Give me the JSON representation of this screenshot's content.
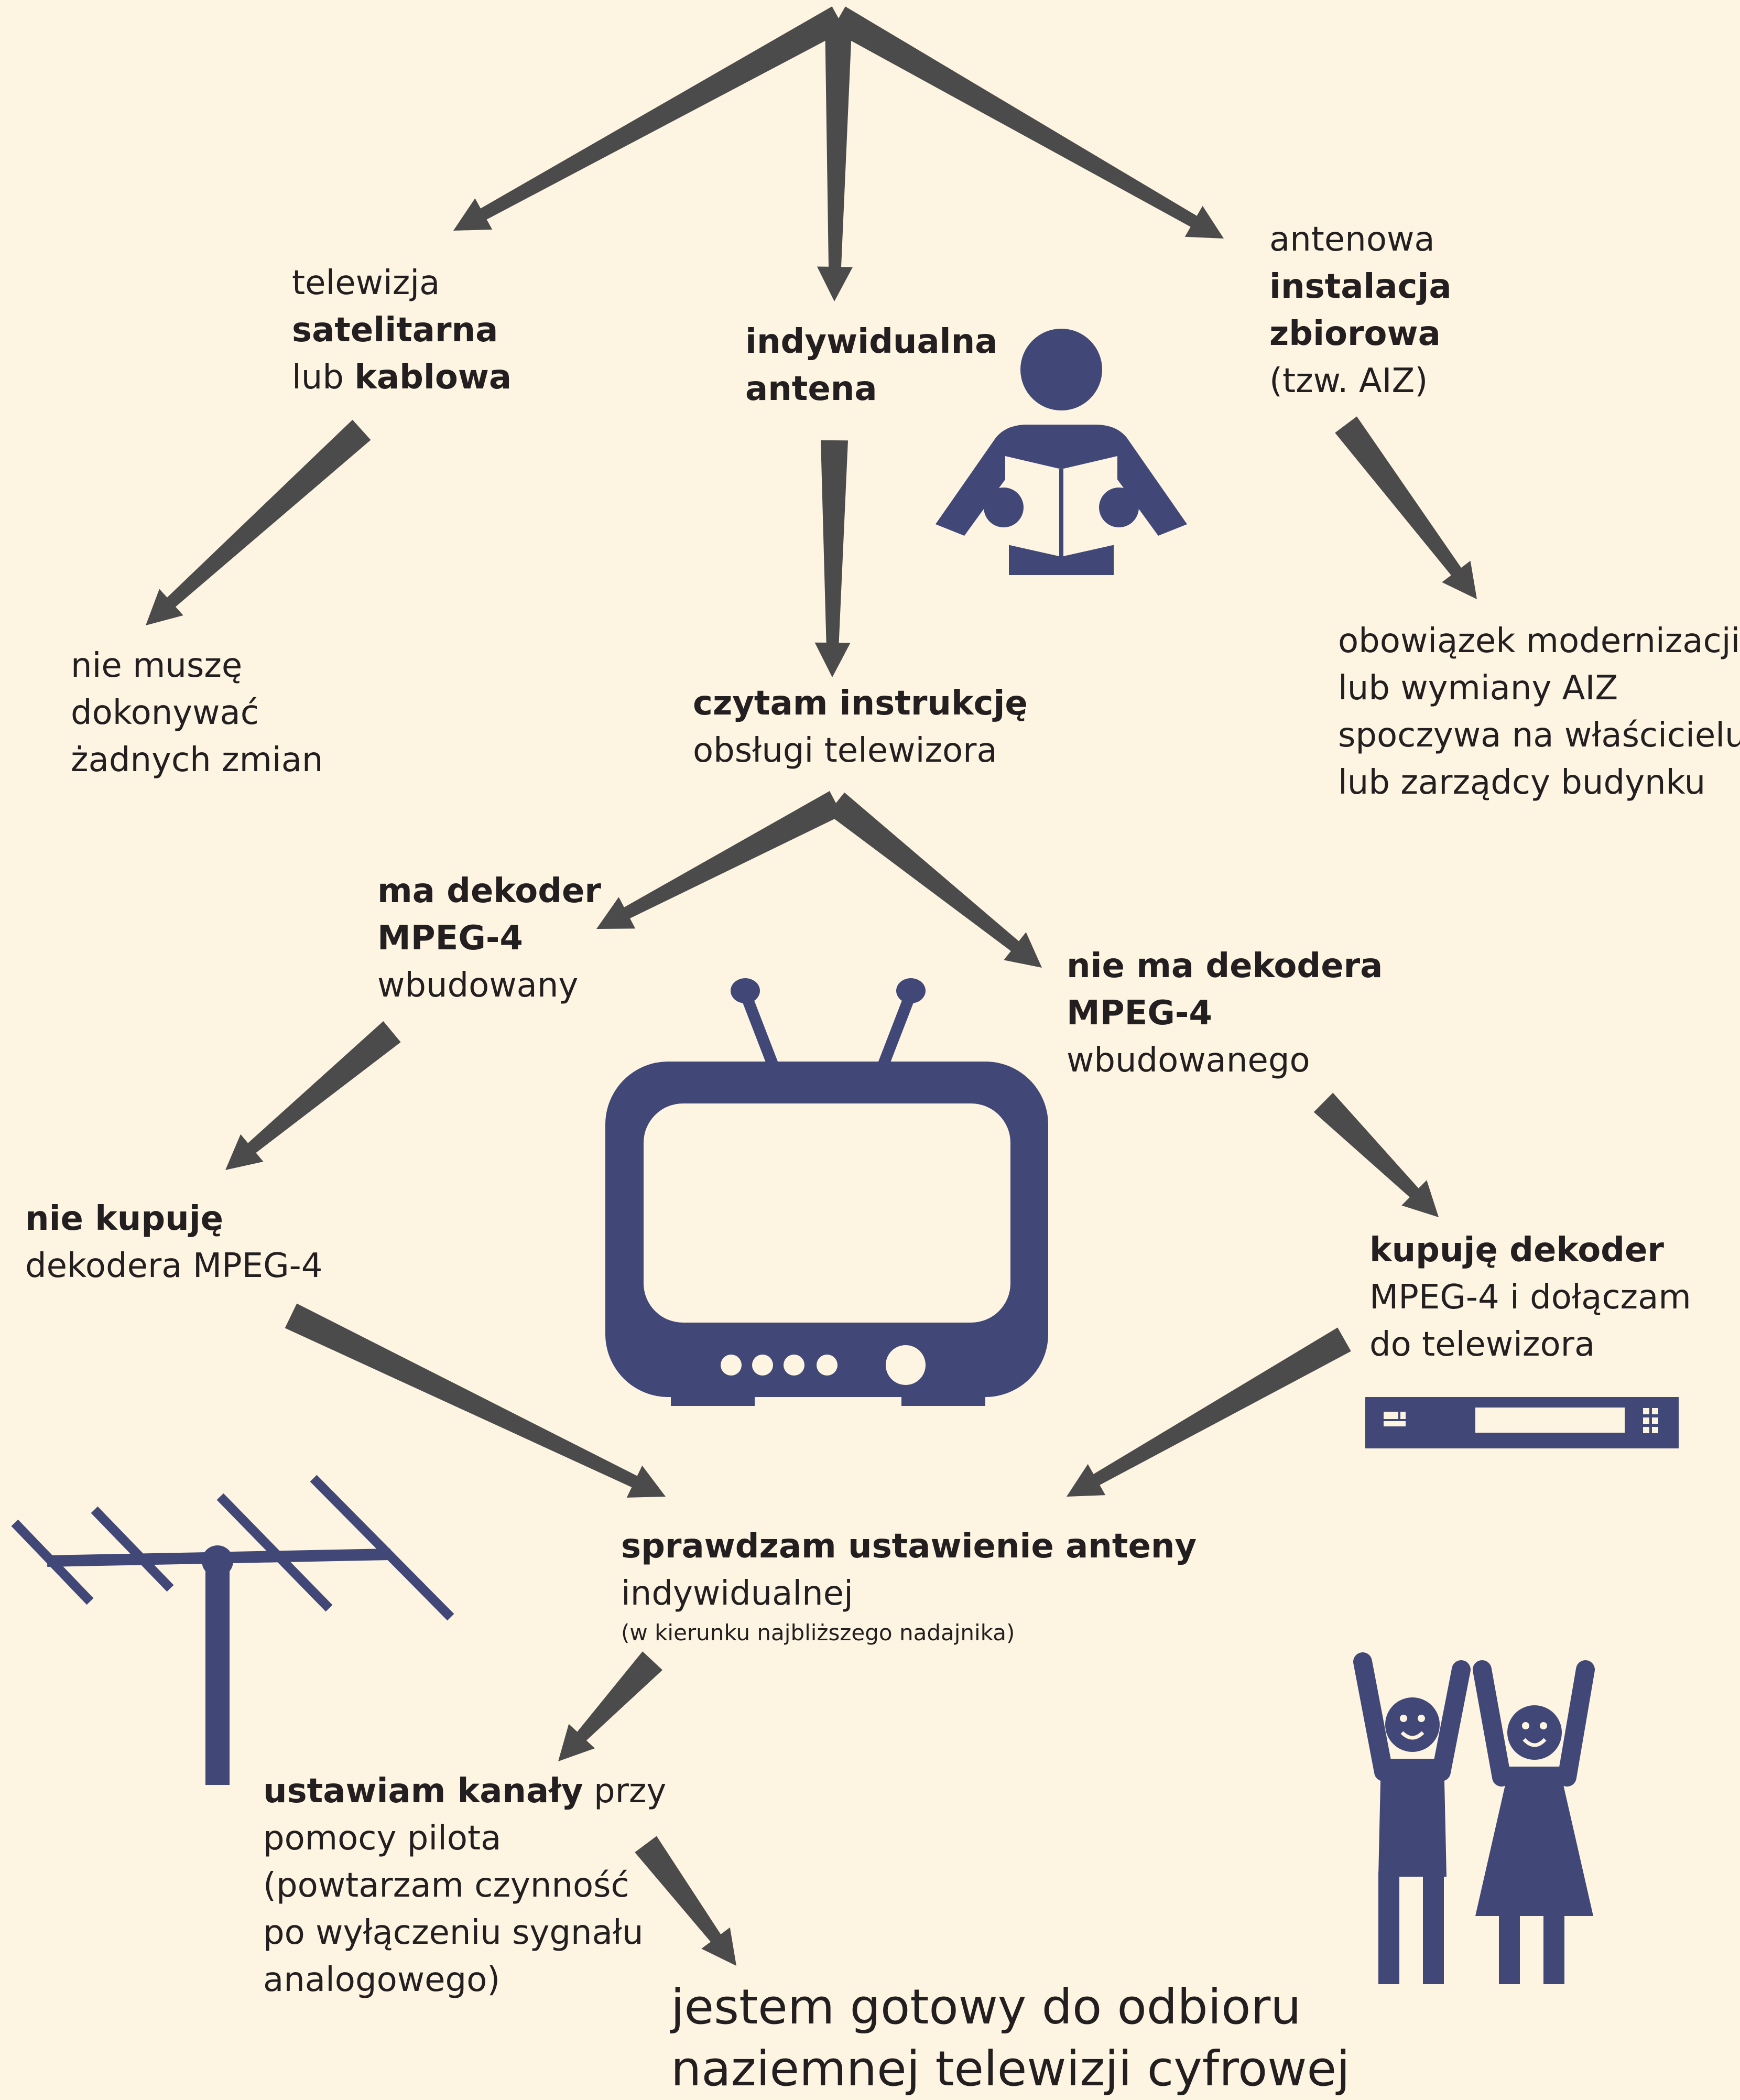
{
  "colors": {
    "background": "#fdf4e2",
    "arrow": "#4b4b4b",
    "icon": "#414877",
    "text": "#231f20"
  },
  "icons": [
    "person-reading-icon",
    "tv-icon",
    "decoder-box-icon",
    "antenna-icon",
    "happy-people-icon"
  ],
  "nodes": {
    "satellite": {
      "line1": "telewizja",
      "line2": "satelitarna",
      "line3a": "lub ",
      "line3b": "kablowa"
    },
    "individual": {
      "line1": "indywidualna",
      "line2": "antena"
    },
    "collective": {
      "line1": "antenowa",
      "line2": "instalacja",
      "line3": "zbiorowa",
      "line4": "(tzw. AIZ)"
    },
    "no_changes": {
      "line1": "nie muszę",
      "line2": "dokonywać",
      "line3": "żadnych zmian"
    },
    "read_manual": {
      "line1": "czytam instrukcję",
      "line2": "obsługi telewizora"
    },
    "obligation": {
      "line1": "obowiązek modernizacji",
      "line2": "lub wymiany AIZ",
      "line3": "spoczywa na właścicielu",
      "line4": "lub zarządcy budynku"
    },
    "has_decoder": {
      "line1": "ma dekoder",
      "line2": "MPEG-4",
      "line3": "wbudowany"
    },
    "no_decoder": {
      "line1": "nie ma dekodera",
      "line2": "MPEG-4",
      "line3": "wbudowanego"
    },
    "dont_buy": {
      "line1": "nie kupuję",
      "line2": "dekodera MPEG-4"
    },
    "buy_decoder": {
      "line1": "kupuję dekoder",
      "line2": "MPEG-4 i dołączam",
      "line3": "do telewizora"
    },
    "check_antenna": {
      "line1": "sprawdzam ustawienie anteny",
      "line2": "indywidualnej",
      "line3": "(w kierunku najbliższego nadajnika)"
    },
    "set_channels": {
      "line1a": "ustawiam kanały",
      "line1b": " przy",
      "line2": "pomocy pilota",
      "line3": "(powtarzam czynność",
      "line4": "po wyłączeniu sygnału",
      "line5": "analogowego)"
    },
    "ready": {
      "line1": "jestem gotowy do odbioru",
      "line2": "naziemnej telewizji cyfrowej"
    }
  }
}
